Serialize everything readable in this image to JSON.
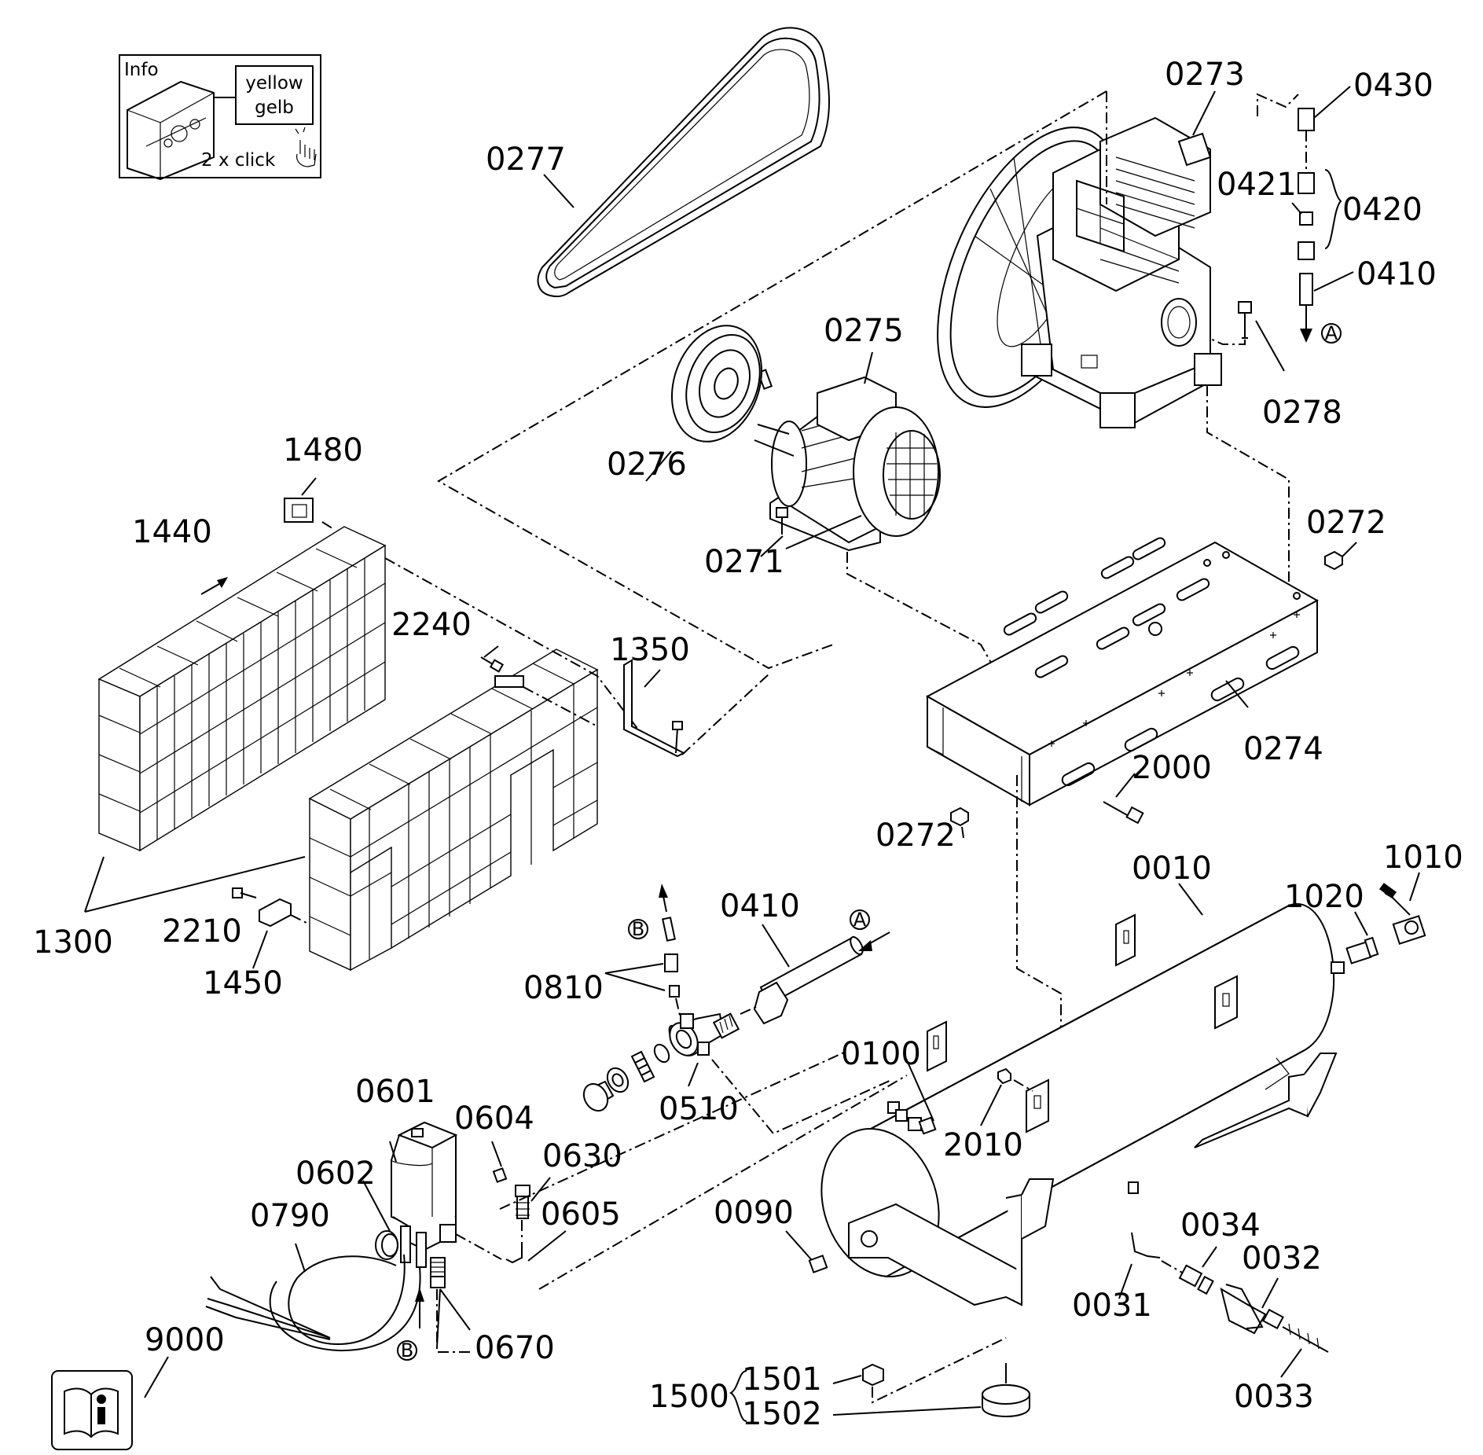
{
  "info_box": {
    "title": "Info",
    "color_en": "yellow",
    "color_de": "gelb",
    "action": "2 x click"
  },
  "manual_icon": "manual-info-icon",
  "labels": {
    "l0273": "0273",
    "l0430": "0430",
    "l0421": "0421",
    "l0420": "0420",
    "l0410a": "0410",
    "l0278": "0278",
    "l0277": "0277",
    "l0275": "0275",
    "l0276": "0276",
    "l0271": "0271",
    "l0272a": "0272",
    "l0272b": "0272",
    "l0274": "0274",
    "l2000": "2000",
    "l1480": "1480",
    "l1440": "1440",
    "l2240": "2240",
    "l1350": "1350",
    "l1300": "1300",
    "l2210": "2210",
    "l1450": "1450",
    "l0010": "0010",
    "l1010": "1010",
    "l1020": "1020",
    "l0410b": "0410",
    "l0810": "0810",
    "l0510": "0510",
    "l0100": "0100",
    "l2010": "2010",
    "l0601": "0601",
    "l0604": "0604",
    "l0630": "0630",
    "l0602": "0602",
    "l0605": "0605",
    "l0790": "0790",
    "l0670": "0670",
    "l0090": "0090",
    "l0034": "0034",
    "l0032": "0032",
    "l0031": "0031",
    "l0033": "0033",
    "l9000": "9000",
    "l1500": "1500",
    "l1501": "1501",
    "l1502": "1502"
  },
  "markers": {
    "a": "A",
    "b": "B"
  }
}
